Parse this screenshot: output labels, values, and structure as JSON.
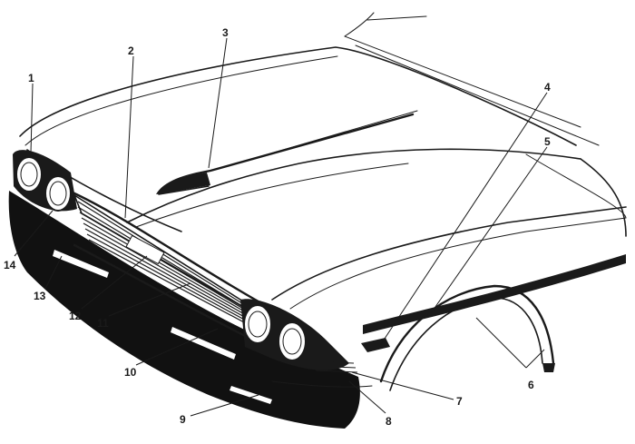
{
  "diagram": {
    "callouts": [
      {
        "id": "1",
        "text": "1"
      },
      {
        "id": "2",
        "text": "2"
      },
      {
        "id": "3",
        "text": "3"
      },
      {
        "id": "4",
        "text": "4"
      },
      {
        "id": "5",
        "text": "5"
      },
      {
        "id": "6",
        "text": "6"
      },
      {
        "id": "7",
        "text": "7"
      },
      {
        "id": "8",
        "text": "8"
      },
      {
        "id": "9",
        "text": "9"
      },
      {
        "id": "10",
        "text": "10"
      },
      {
        "id": "11",
        "text": "11"
      },
      {
        "id": "12",
        "text": "12"
      },
      {
        "id": "13",
        "text": "13"
      },
      {
        "id": "14",
        "text": "14"
      }
    ],
    "colors": {
      "ink": "#1a1a1a",
      "paper": "#ffffff",
      "shadow": "#111111"
    }
  }
}
